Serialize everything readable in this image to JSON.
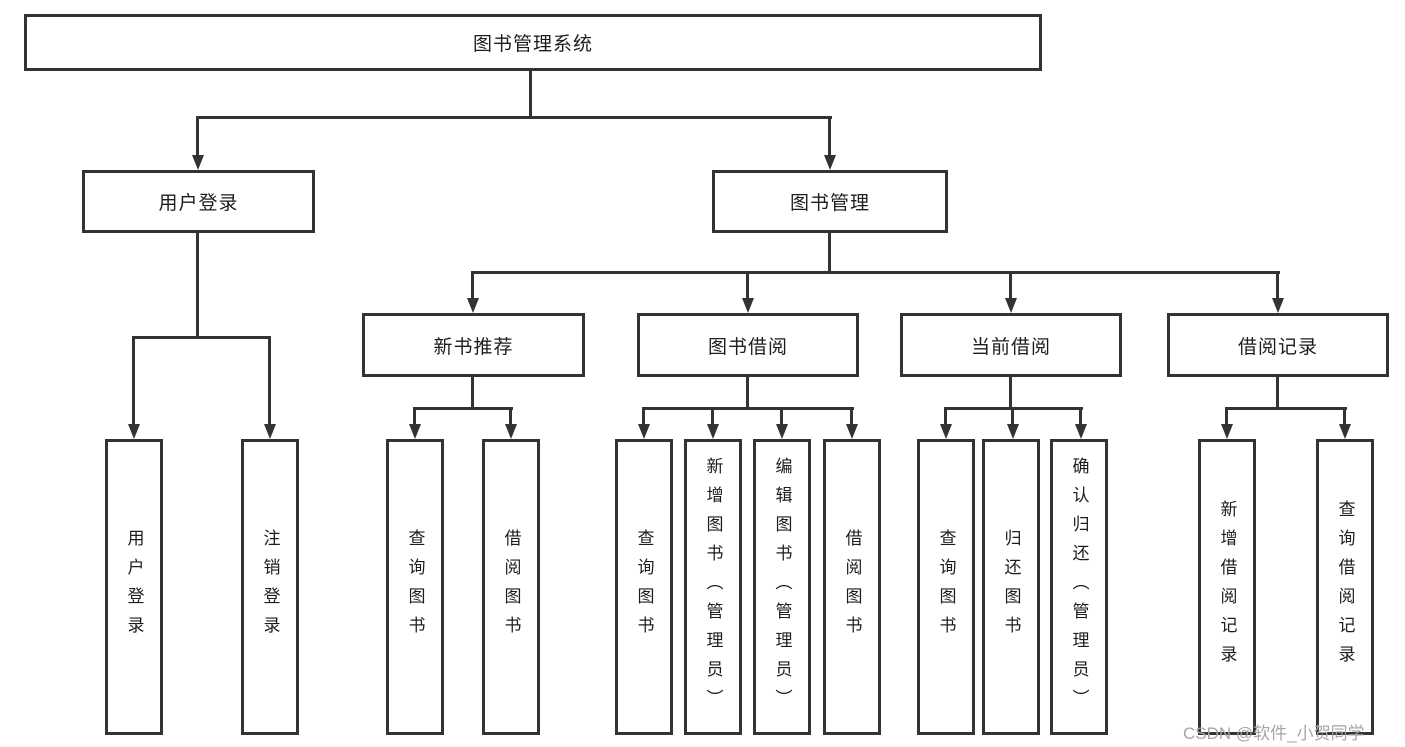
{
  "colors": {
    "line": "#333333",
    "text": "#1d1d1d",
    "watermark": "#a6a6a6",
    "background": "#ffffff"
  },
  "watermark": {
    "text": "CSDN @软件_小贺同学"
  },
  "nodes": {
    "root": {
      "label": "图书管理系统"
    },
    "user_login": {
      "label": "用户登录"
    },
    "book_management": {
      "label": "图书管理"
    },
    "new_book_recommend": {
      "label": "新书推荐"
    },
    "book_borrow": {
      "label": "图书借阅"
    },
    "current_borrow": {
      "label": "当前借阅"
    },
    "borrow_records": {
      "label": "借阅记录"
    },
    "leaves": [
      {
        "label": "用户登录"
      },
      {
        "label": "注销登录"
      },
      {
        "label": "查询图书"
      },
      {
        "label": "借阅图书"
      },
      {
        "label": "查询图书"
      },
      {
        "label": "新增图书（管理员）"
      },
      {
        "label": "编辑图书（管理员）"
      },
      {
        "label": "借阅图书"
      },
      {
        "label": "查询图书"
      },
      {
        "label": "归还图书"
      },
      {
        "label": "确认归还（管理员）"
      },
      {
        "label": "新增借阅记录"
      },
      {
        "label": "查询借阅记录"
      }
    ]
  }
}
